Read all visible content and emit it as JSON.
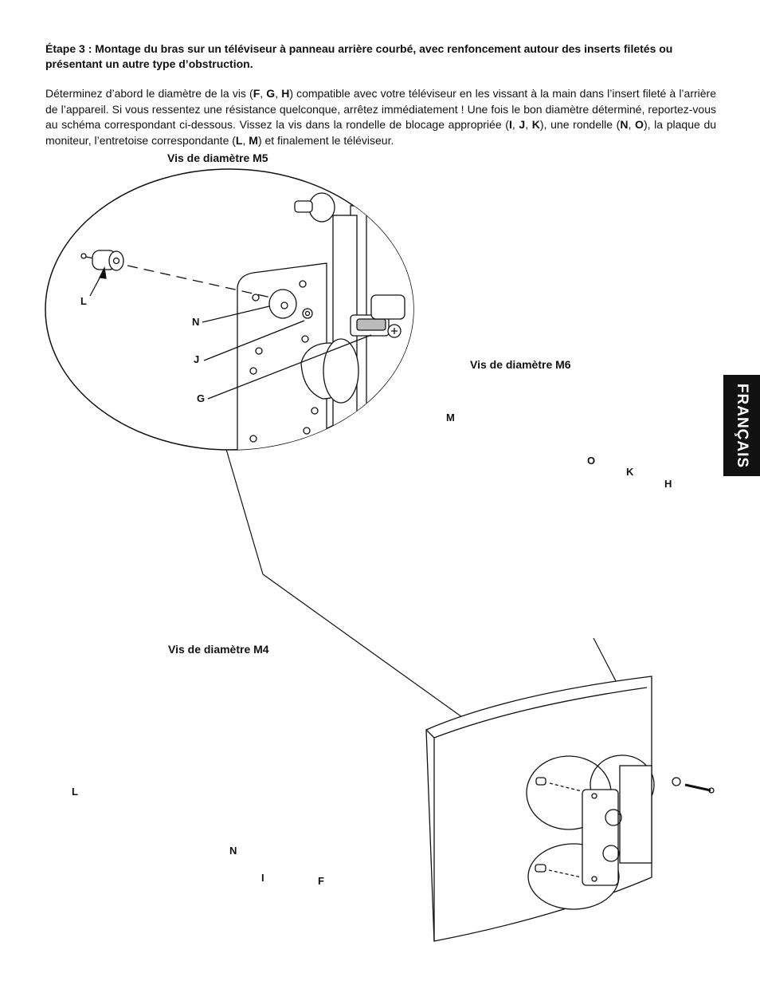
{
  "heading": "Étape 3 : Montage du bras sur un téléviseur à panneau arrière courbé, avec renfoncement autour des inserts filetés ou présentant un autre type d’obstruction.",
  "instructions": {
    "p1": "Déterminez d’abord le diamètre de la vis (",
    "F": "F",
    "sep1": ", ",
    "G": "G",
    "sep2": ", ",
    "H": "H",
    "p2": ") compatible avec votre téléviseur en les vissant à la main dans l’insert fileté à l’arrière de l’appareil. Si vous ressentez une résistance quelconque, arrêtez immédiatement ! Une fois le bon diamètre déterminé, reportez-vous au schéma correspondant ci-dessous. Vissez la vis dans la rondelle de blocage appropriée (",
    "I": "I",
    "sep3": ", ",
    "J": "J",
    "sep4": ", ",
    "K": "K",
    "p3": "), une rondelle (",
    "N": "N",
    "sep5": ", ",
    "O": "O",
    "p4": "), la plaque du moniteur, l’entretoise correspondante (",
    "L": "L",
    "sep6": ", ",
    "M": "M",
    "p5": ") et finalement le téléviseur."
  },
  "language_tab": "FRANÇAIS",
  "diagrams": {
    "m5": {
      "caption": "Vis de diamètre M5",
      "labels": [
        "L",
        "N",
        "J",
        "G"
      ]
    },
    "m6": {
      "caption": "Vis de diamètre M6",
      "labels": [
        "M",
        "O",
        "K",
        "H"
      ]
    },
    "m4": {
      "caption": "Vis de diamètre M4",
      "labels": [
        "L",
        "N",
        "I",
        "F"
      ]
    }
  }
}
